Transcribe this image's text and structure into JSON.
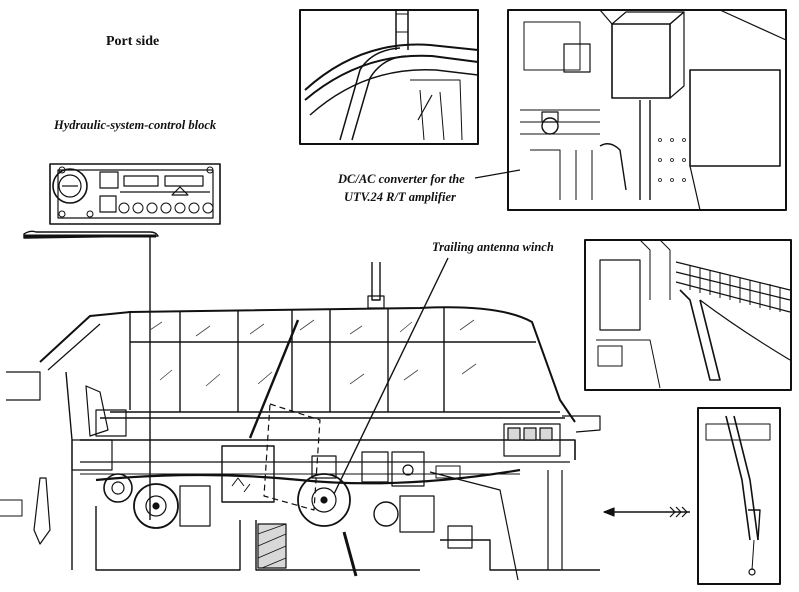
{
  "labels": {
    "port_side": "Port side",
    "hydraulic_block": "Hydraulic-system-control block",
    "converter_line1": "DC/AC  converter for the",
    "converter_line2": "UTV.24 R/T amplifier",
    "antenna_winch": "Trailing antenna winch"
  },
  "colors": {
    "ink": "#111111",
    "paper": "#ffffff",
    "shade": "#d8d8d8"
  }
}
